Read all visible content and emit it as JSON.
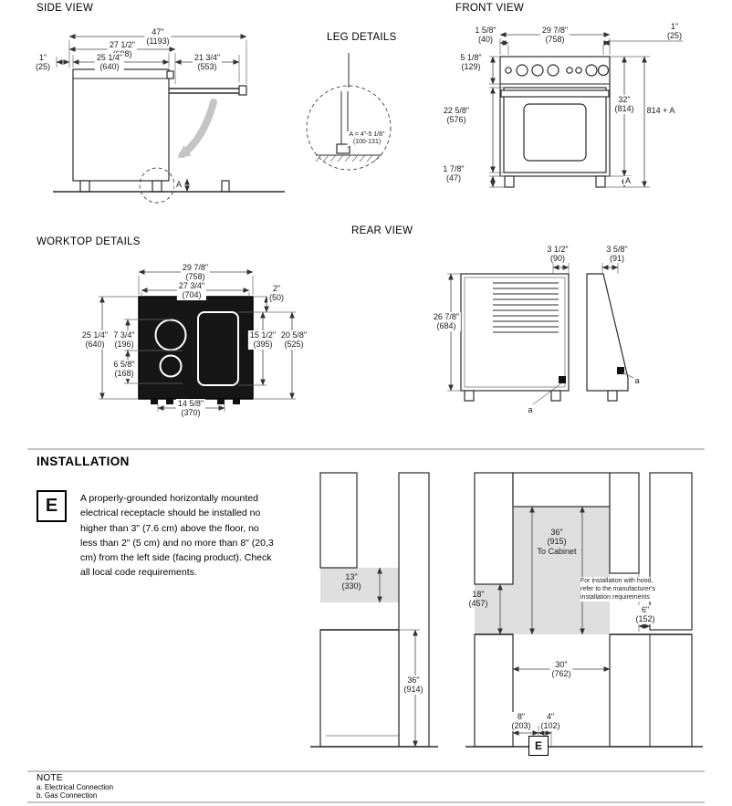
{
  "sections": {
    "side_view": "SIDE VIEW",
    "leg_details": "LEG DETAILS",
    "front_view": "FRONT VIEW",
    "worktop_details": "WORKTOP DETAILS",
    "rear_view": "REAR VIEW",
    "installation": "INSTALLATION",
    "note": "NOTE"
  },
  "side_view": {
    "dims": {
      "total_depth": {
        "in": "47\"",
        "mm": "(1193)"
      },
      "depth_with_handle": {
        "in": "27 1/2\"",
        "mm": "(698)"
      },
      "body_depth": {
        "in": "25 1/4\"",
        "mm": "(640)"
      },
      "rear_gap": {
        "in": "1\"",
        "mm": "(25)"
      },
      "door_open": {
        "in": "21 3/4\"",
        "mm": "(553)"
      },
      "leg_height_label": "A"
    }
  },
  "leg_details": {
    "formula": {
      "line1": "A = 4\"-5 1/8\"",
      "line2": "(100-131)"
    }
  },
  "front_view": {
    "dims": {
      "width": {
        "in": "29 7/8\"",
        "mm": "(758)"
      },
      "left_offset": {
        "in": "1 5/8\"",
        "mm": "(40)"
      },
      "right_offset": {
        "in": "1\"",
        "mm": "(25)"
      },
      "panel_height": {
        "in": "5 1/8\"",
        "mm": "(129)"
      },
      "door_height": {
        "in": "22 5/8\"",
        "mm": "(576)"
      },
      "body_height": {
        "in": "32\"",
        "mm": "(814)"
      },
      "total_height_formula": "814 + A",
      "leg_height": {
        "in": "1 7/8\"",
        "mm": "(47)"
      },
      "leg_label": "A"
    }
  },
  "worktop": {
    "dims": {
      "width": {
        "in": "29 7/8\"",
        "mm": "(758)"
      },
      "inner_width": {
        "in": "27 3/4\"",
        "mm": "(704)"
      },
      "top_inset": {
        "in": "2\"",
        "mm": "(50)"
      },
      "depth": {
        "in": "25 1/4\"",
        "mm": "(640)"
      },
      "burner_upper": {
        "in": "7 3/4\"",
        "mm": "(196)"
      },
      "burner_lower": {
        "in": "6 5/8\"",
        "mm": "(168)"
      },
      "zone_height": {
        "in": "15 1/2\"",
        "mm": "(395)"
      },
      "zone_depth": {
        "in": "20 5/8\"",
        "mm": "(525)"
      },
      "bottom_width": {
        "in": "14 5/8\"",
        "mm": "(370)"
      }
    }
  },
  "rear_view": {
    "dims": {
      "conn_left": {
        "in": "3 1/2\"",
        "mm": "(90)"
      },
      "conn_right": {
        "in": "3 5/8\"",
        "mm": "(91)"
      },
      "height": {
        "in": "26 7/8\"",
        "mm": "(684)"
      },
      "callout_left": "a",
      "callout_right": "a"
    }
  },
  "installation": {
    "e_symbol": "E",
    "paragraph": "A properly-grounded horizontally mounted electrical receptacle should be installed no higher than 3\" (7.6 cm) above the floor, no less than 2\" (5 cm) and no more than 8\" (20,3 cm) from the left side (facing product). Check all local code requirements.",
    "left_diagram": {
      "clearance": {
        "in": "13\"",
        "mm": "(330)"
      },
      "counter_height": {
        "in": "36\"",
        "mm": "(914)"
      }
    },
    "right_diagram": {
      "to_cabinet": {
        "in": "36\"",
        "mm": "(915)",
        "suffix": "To Cabinet"
      },
      "hood_note": "For installation with hood, refer to the manufacturer's installation requirements",
      "side_clearance": {
        "in": "18\"",
        "mm": "(457)"
      },
      "right_clearance": {
        "in": "6\"",
        "mm": "(152)"
      },
      "opening_width": {
        "in": "30\"",
        "mm": "(762)"
      },
      "outlet_offset_left": {
        "in": "8\"",
        "mm": "(203)"
      },
      "outlet_offset_right": {
        "in": "4\"",
        "mm": "(102)"
      },
      "e_symbol": "E"
    }
  },
  "note": {
    "items": [
      "a. Electrical Connection",
      "b. Gas Connection"
    ]
  }
}
